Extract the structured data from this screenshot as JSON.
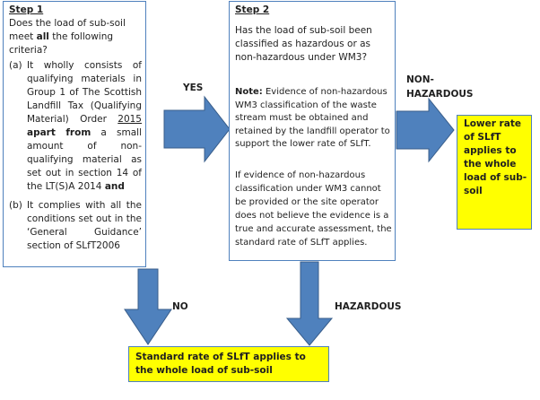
{
  "step1": {
    "title": "Step 1",
    "question_pre": "Does the load of sub-soil meet ",
    "question_bold": "all",
    "question_post": " the following criteria?",
    "item_a_marker": "(a)",
    "item_a_pre": "It wholly consists of qualifying materials in Group 1 of The Scottish Landfill Tax (Qualifying Material) Order ",
    "item_a_year": "2015",
    "item_a_bold": "apart from",
    "item_a_post": " a small amount of non-qualifying material as set out in section 14 of the LT(S)A 2014 ",
    "item_a_and": "and",
    "item_b_marker": "(b)",
    "item_b": "It complies with all the conditions set out in the ‘General Guidance’ section of SLfT2006"
  },
  "step2": {
    "title": "Step 2",
    "question": "Has the load of sub-soil been classified as hazardous or as non-hazardous under WM3?",
    "note_label": "Note:",
    "note_text": " Evidence of non-hazardous WM3 classification of the waste stream must be obtained and retained by the landfill operator to support the lower rate of SLfT.",
    "fallback": "If evidence of non-hazardous classification under WM3 cannot be provided or the site operator does not believe the evidence is a true and accurate assessment, the standard rate of SLfT applies."
  },
  "labels": {
    "yes": "YES",
    "no": "NO",
    "non_hazardous": "NON-\nHAZARDOUS",
    "hazardous": "HAZARDOUS"
  },
  "outcomes": {
    "lower_rate": "Lower rate of SLfT applies to the whole load of sub-soil",
    "standard_rate": "Standard rate of SLfT applies to the whole load of sub-soil"
  },
  "colors": {
    "arrow_fill": "#4f81bd",
    "arrow_stroke": "#385d8a",
    "box_border": "#4f81bd",
    "outcome_fill": "#ffff00"
  }
}
